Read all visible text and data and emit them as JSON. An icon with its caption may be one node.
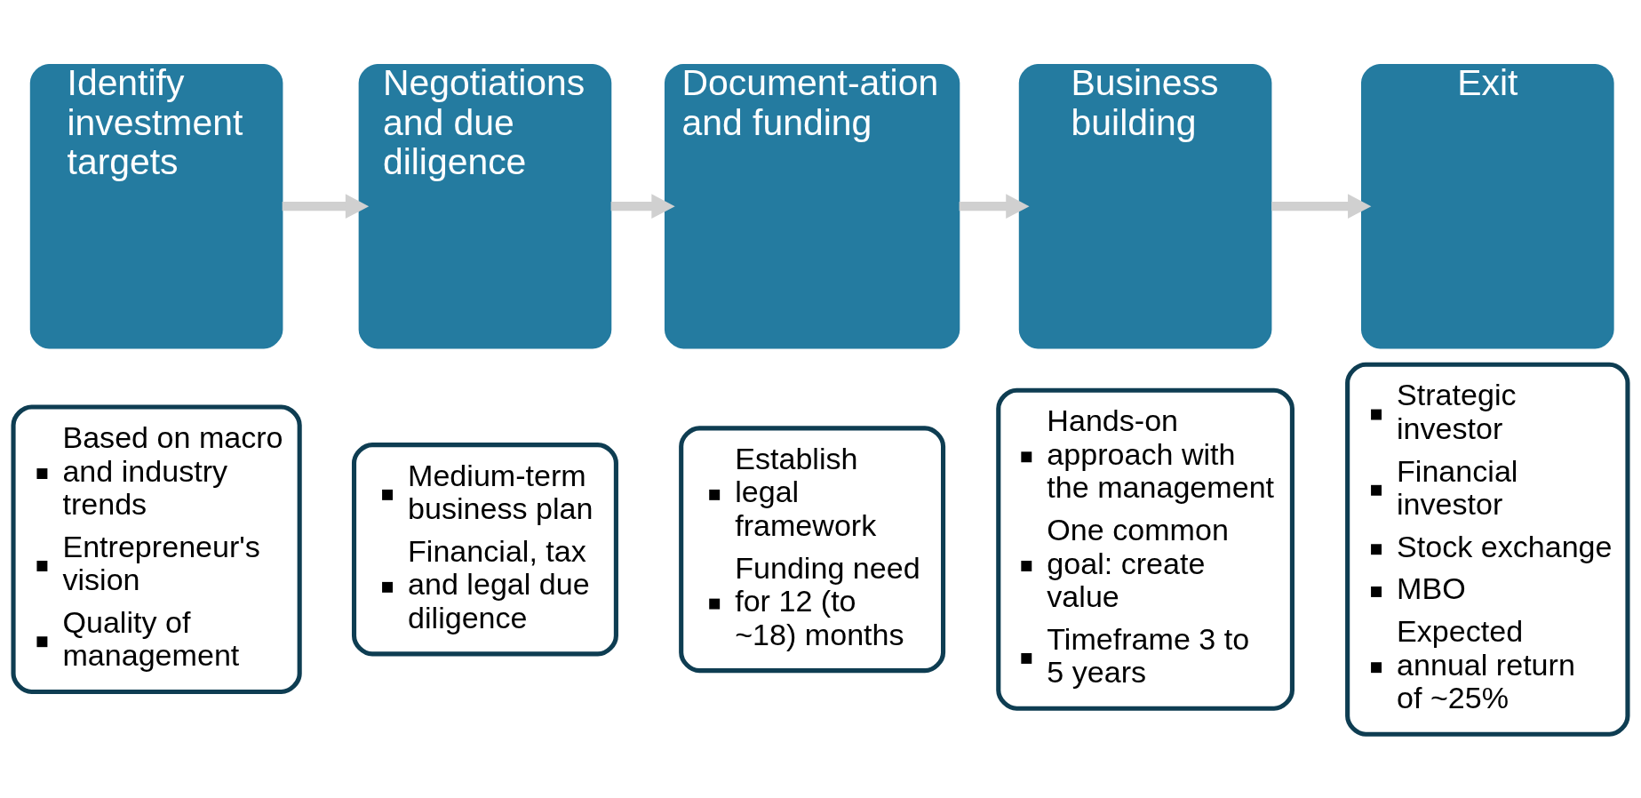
{
  "diagram": {
    "nodes": [
      {
        "text": [
          "Identify investment targets"
        ]
      },
      {
        "text": [
          "Based on macro and industry trends",
          "Entrepreneur's vision",
          "Quality of management"
        ]
      },
      {
        "text": [
          "Negotiations and due diligence"
        ]
      },
      {
        "text": [
          "Medium-term business plan",
          "Financial, tax and legal due diligence"
        ]
      },
      {
        "text": [
          "Document-ation and funding"
        ]
      },
      {
        "text": [
          "Establish legal framework",
          "Funding need for 12 (to ~18) months"
        ]
      },
      {
        "text": [
          "Business building"
        ]
      },
      {
        "text": [
          "Hands-on approach with the management",
          "One common goal: create value",
          "Timeframe 3 to 5 years"
        ]
      },
      {
        "text": [
          "Exit"
        ]
      },
      {
        "text": [
          "Strategic investor",
          "Financial investor",
          "Stock exchange",
          "MBO",
          "Expected annual return of ~25%"
        ]
      }
    ],
    "edges": [
      {
        "from": 0,
        "to": 2,
        "arrow": "to"
      },
      {
        "from": 2,
        "to": 4,
        "arrow": "to"
      },
      {
        "from": 4,
        "to": 6,
        "arrow": "to"
      },
      {
        "from": 6,
        "to": 8,
        "arrow": "to"
      }
    ]
  }
}
